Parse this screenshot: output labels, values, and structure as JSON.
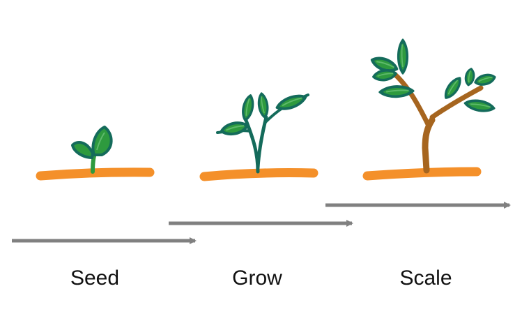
{
  "stages": [
    {
      "label": "Seed"
    },
    {
      "label": "Grow"
    },
    {
      "label": "Scale"
    }
  ],
  "colors": {
    "soil": "#f4902a",
    "leaf_fill": "#2e9a3e",
    "leaf_outline": "#146b5b",
    "trunk": "#a6651f",
    "arrow": "#808080",
    "text": "#111111"
  }
}
